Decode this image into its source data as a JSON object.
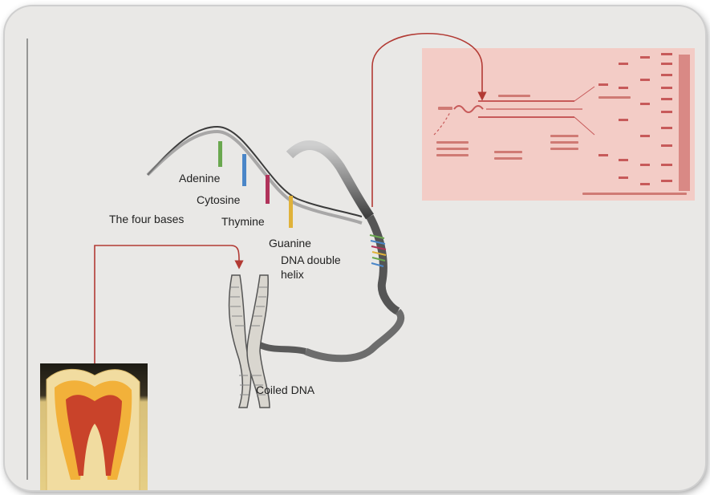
{
  "labels": {
    "adenine": "Adenine",
    "cytosine": "Cytosine",
    "thymine": "Thymine",
    "guanine": "Guanine",
    "four_bases": "The four bases",
    "double_helix_line1": "DNA double",
    "double_helix_line2": "helix",
    "coiled_dna": "Coiled DNA"
  },
  "colors": {
    "background": "#e9e8e6",
    "arrow": "#b23a34",
    "adenine": "#6aa84f",
    "cytosine": "#4a86c8",
    "thymine": "#b0335a",
    "guanine": "#e0b23a",
    "gel_panel": "#f3c9c3",
    "gel_ink": "#c75a5a",
    "tooth_enamel": "#f1dca0",
    "tooth_pulp": "#c9432a"
  }
}
